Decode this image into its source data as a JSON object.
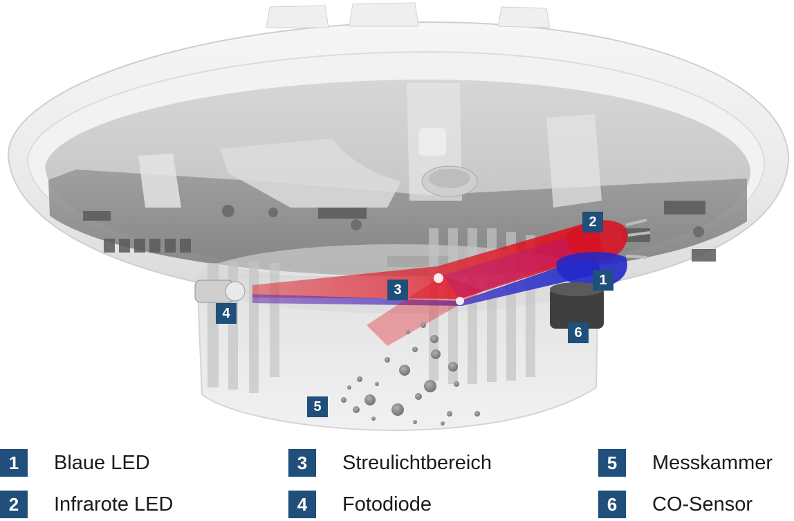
{
  "markers": [
    {
      "number": "1",
      "label": "Blaue LED"
    },
    {
      "number": "2",
      "label": "Infrarote LED"
    },
    {
      "number": "3",
      "label": "Streulichtbereich"
    },
    {
      "number": "4",
      "label": "Fotodiode"
    },
    {
      "number": "5",
      "label": "Messkammer"
    },
    {
      "number": "6",
      "label": "CO-Sensor"
    }
  ],
  "colors": {
    "badge": "#1f4f7a",
    "infrared_beam": "#d0101e",
    "blue_beam": "#2233cc",
    "housing": "#ededed",
    "circuit_board": "#8c8c8c"
  }
}
